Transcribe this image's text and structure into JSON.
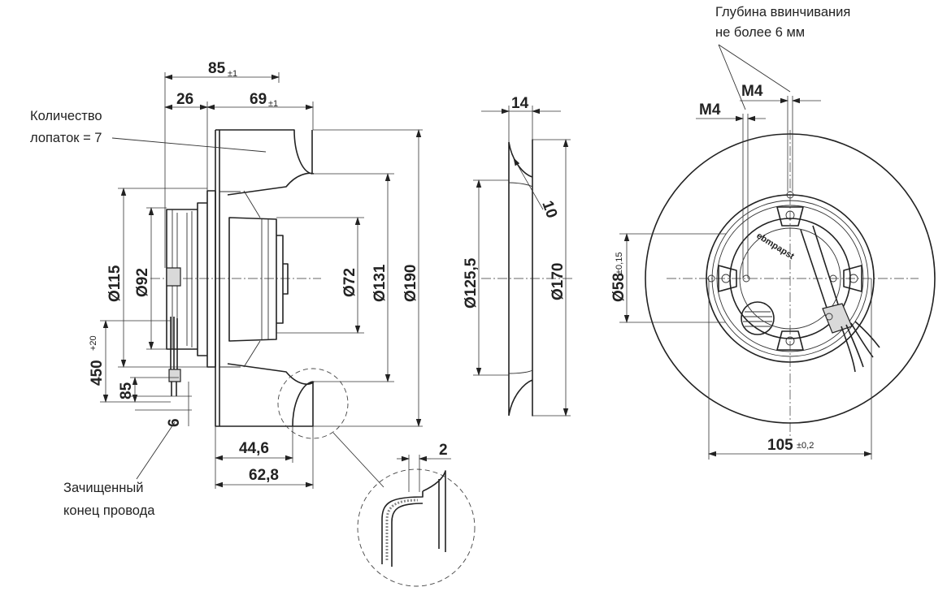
{
  "notes": {
    "blade_count_line1": "Количество",
    "blade_count_line2": "лопаток = 7",
    "stripped_wire_line1": "Зачищенный",
    "stripped_wire_line2": "конец провода",
    "screw_depth_line1": "Глубина ввинчивания",
    "screw_depth_line2": "не более 6 мм"
  },
  "side_view": {
    "dim_85": "85",
    "dim_85_tol": "±1",
    "dim_26": "26",
    "dim_69": "69",
    "dim_69_tol": "±1",
    "dim_d115": "Ø115",
    "dim_d92": "Ø92",
    "dim_d72": "Ø72",
    "dim_d131": "Ø131",
    "dim_d190": "Ø190",
    "dim_450": "450",
    "dim_450_tol": "+20",
    "dim_85_wire": "85",
    "dim_6": "6",
    "dim_44_6": "44,6",
    "dim_62_8": "62,8"
  },
  "detail_view": {
    "dim_2": "2"
  },
  "ring_view": {
    "dim_14": "14",
    "dim_10": "10",
    "dim_d125_5": "Ø125,5",
    "dim_d170": "Ø170"
  },
  "front_view": {
    "dim_m4_a": "M4",
    "dim_m4_b": "M4",
    "dim_d58": "Ø58",
    "dim_d58_tol": "±0,15",
    "dim_105": "105",
    "dim_105_tol": "±0,2",
    "brand_mark": "ebmpapst"
  }
}
